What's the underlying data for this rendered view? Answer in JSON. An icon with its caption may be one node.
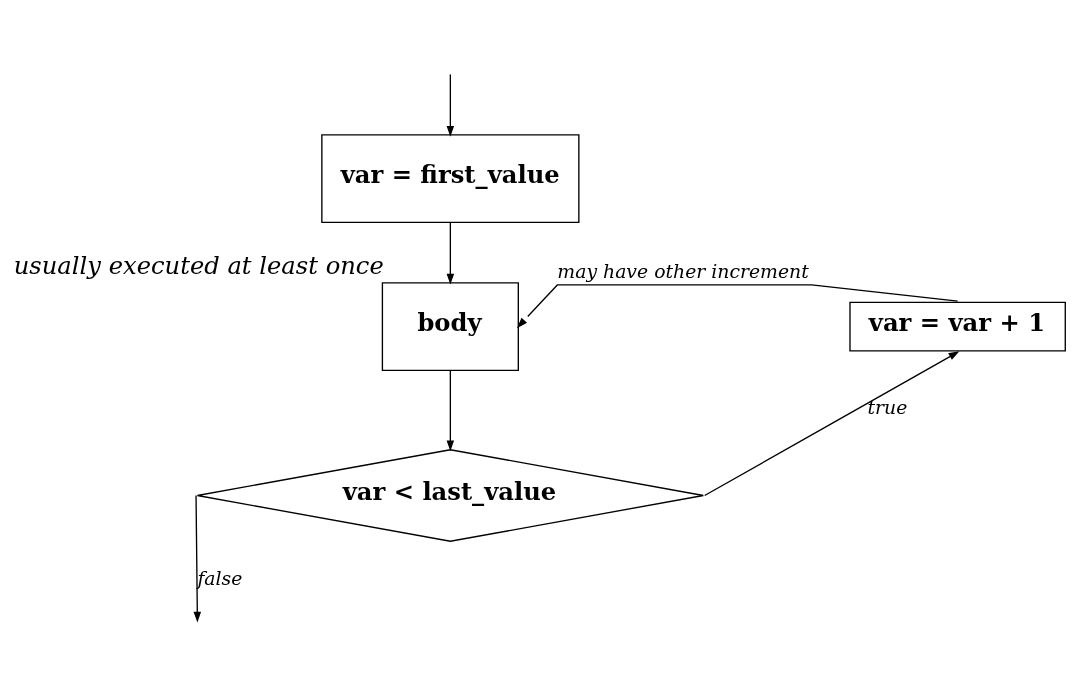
{
  "diagram": {
    "nodes": [
      {
        "text": [
          "var = first_value"
        ]
      },
      {
        "text": [
          "body"
        ],
        "beside": [
          "usually executed at least once"
        ]
      },
      {
        "text": [
          "var < last_value"
        ]
      },
      {
        "text": [
          "var = var + 1"
        ]
      }
    ],
    "edges": [
      {
        "from": null,
        "to": 0,
        "arrow": "to"
      },
      {
        "from": 0,
        "to": 1,
        "arrow": "to"
      },
      {
        "from": 1,
        "to": 2,
        "arrow": "to"
      },
      {
        "from": 2,
        "to": 3,
        "arrow": "to",
        "label": "true"
      },
      {
        "from": 3,
        "to": 1,
        "arrow": "to",
        "label": "may have other increment"
      },
      {
        "from": 2,
        "to": null,
        "arrow": "to",
        "label": "false"
      }
    ]
  }
}
